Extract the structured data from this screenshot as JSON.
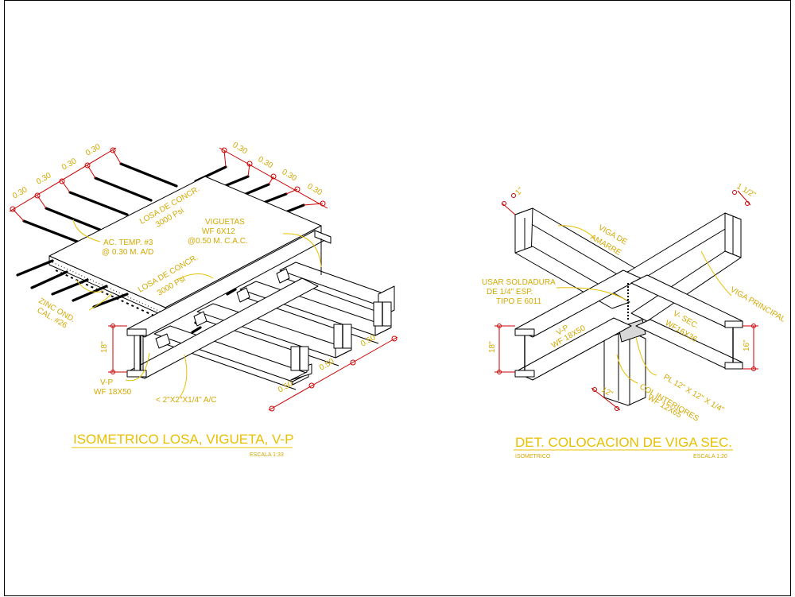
{
  "left_detail": {
    "title": "ISOMETRICO LOSA, VIGUETA, V-P",
    "scale": "ESCALA 1:33",
    "dims_left": [
      "0.30",
      "0.30",
      "0.30",
      "0.30"
    ],
    "dims_right": [
      "0.30",
      "0.30",
      "0.30",
      "0.30"
    ],
    "dims_bottom": [
      "0.50",
      "0.50",
      "0.50"
    ],
    "dim_height": "18\"",
    "labels": {
      "losa_top_1": "LOSA DE CONCR.",
      "losa_top_2": "3000 Psi",
      "viguetas_1": "VIGUETAS",
      "viguetas_2": "WF 6X12",
      "viguetas_3": "@0.50 M. C.A.C.",
      "ac_temp_1": "AC. TEMP. #3",
      "ac_temp_2": "@ 0.30 M. A/D",
      "losa_side_1": "LOSA DE CONCR.",
      "losa_side_2": "3000 Psi",
      "zinc_1": "ZINC OND.",
      "zinc_2": "CAL. #26",
      "vp_1": "V-P",
      "vp_2": "WF 18X50",
      "angle": "< 2\"X2\"X1/4\" A/C"
    }
  },
  "right_detail": {
    "title": "DET. COLOCACION DE VIGA SEC.",
    "subtitle_left": "ISOMETRICO",
    "scale": "ESCALA 1:20",
    "dim_top_left": "1\"",
    "dim_top_right": "1 1/2\"",
    "dim_left": "18\"",
    "dim_right": "16\"",
    "dim_col": "12\"",
    "labels": {
      "amarre_1": "VIGA DE",
      "amarre_2": "AMARRE",
      "principal": "VIGA PRINCIPAL",
      "sold_1": "USAR SOLDADURA",
      "sold_2": "DE 1/4\" ESP.",
      "sold_3": "TIPO E 6011",
      "vp_1": "V-P",
      "vp_2": "WF 18X50",
      "vsec_1": "V- SEC.",
      "vsec_2": "WF16X36",
      "plate": "PL 12\" X 12\" X 1/4\"",
      "col_1": "COL INTERIORES",
      "col_2": "WF 12X65"
    }
  }
}
